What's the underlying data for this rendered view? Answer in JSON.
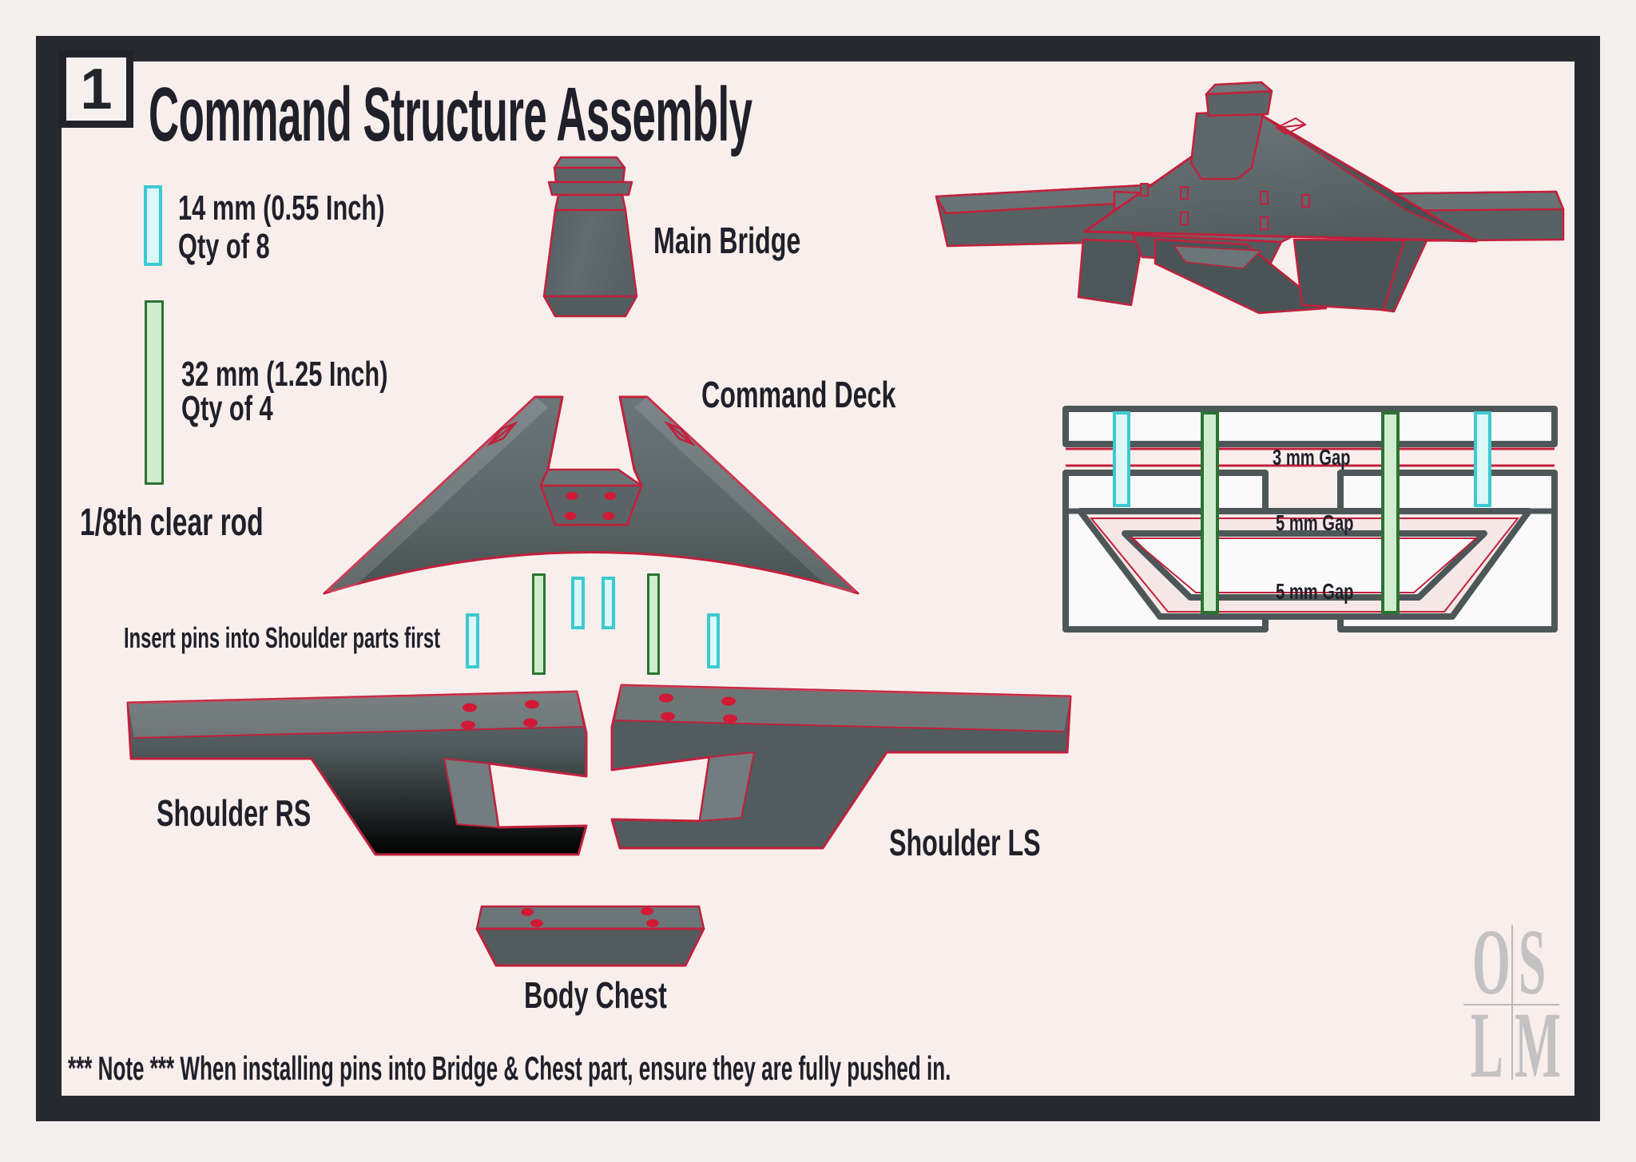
{
  "page": {
    "step_number": "1",
    "title": "Command Structure Assembly",
    "note": "*** Note *** When installing pins into Bridge & Chest part, ensure they are fully pushed in."
  },
  "legend": {
    "pin_small": {
      "line1": "14 mm (0.55 Inch)",
      "line2": "Qty of 8",
      "color": "#3dc9d1"
    },
    "pin_large": {
      "line1": "32 mm (1.25 Inch)",
      "line2": "Qty of 4",
      "color": "#2b7231"
    },
    "rod_note": "1/8th clear rod"
  },
  "parts": {
    "main_bridge": "Main Bridge",
    "command_deck": "Command Deck",
    "shoulder_rs": "Shoulder RS",
    "shoulder_ls": "Shoulder LS",
    "body_chest": "Body Chest"
  },
  "instructions": {
    "insert_pins": "Insert pins into Shoulder parts first"
  },
  "cross_section": {
    "gap_top": "3 mm Gap",
    "gap_mid": "5 mm Gap",
    "gap_bottom": "5 mm Gap"
  },
  "logo": {
    "o": "O",
    "s": "S",
    "l": "L",
    "m": "M"
  },
  "colors": {
    "outline_red": "#c2203c",
    "hole_red": "#d11a35",
    "part_gray": "#5d6769",
    "frame_dark": "#282831",
    "section_gray": "#4d5758"
  }
}
